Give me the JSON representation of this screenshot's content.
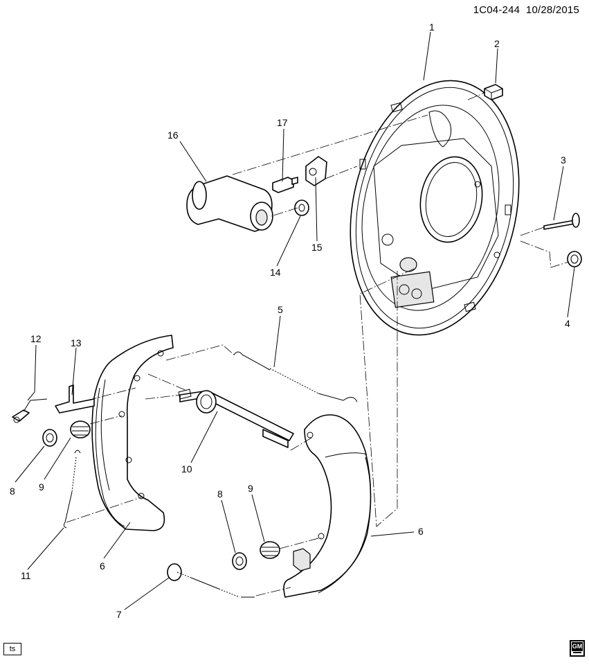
{
  "header": {
    "id": "1C04-244",
    "date": "10/28/2015"
  },
  "badge": {
    "label": "ts"
  },
  "logo": {
    "text": "GM"
  },
  "callouts": [
    {
      "id": "c1",
      "label": "1"
    },
    {
      "id": "c2",
      "label": "2"
    },
    {
      "id": "c3",
      "label": "3"
    },
    {
      "id": "c4",
      "label": "4"
    },
    {
      "id": "c5",
      "label": "5"
    },
    {
      "id": "c6a",
      "label": "6"
    },
    {
      "id": "c6b",
      "label": "6"
    },
    {
      "id": "c7",
      "label": "7"
    },
    {
      "id": "c8a",
      "label": "8"
    },
    {
      "id": "c8b",
      "label": "8"
    },
    {
      "id": "c9a",
      "label": "9"
    },
    {
      "id": "c9b",
      "label": "9"
    },
    {
      "id": "c10",
      "label": "10"
    },
    {
      "id": "c11",
      "label": "11"
    },
    {
      "id": "c12",
      "label": "12"
    },
    {
      "id": "c13",
      "label": "13"
    },
    {
      "id": "c14",
      "label": "14"
    },
    {
      "id": "c15",
      "label": "15"
    },
    {
      "id": "c16",
      "label": "16"
    },
    {
      "id": "c17",
      "label": "17"
    }
  ]
}
